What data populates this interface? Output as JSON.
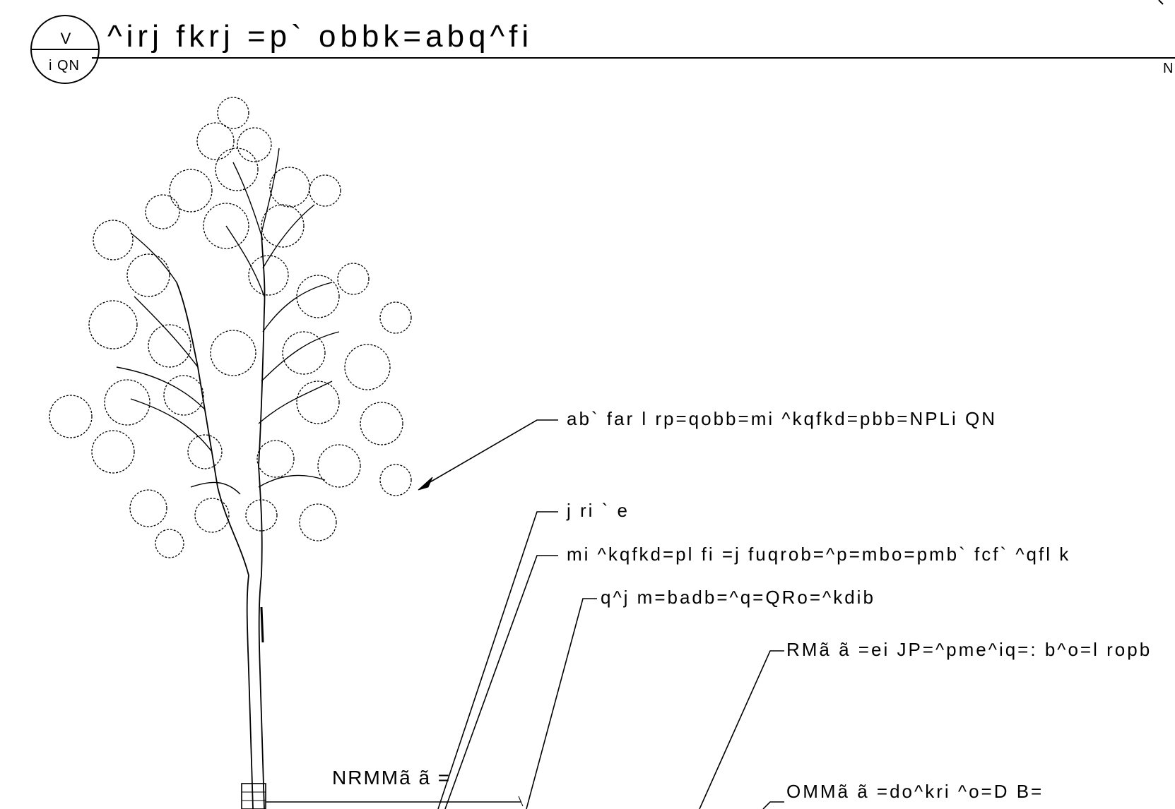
{
  "drawing": {
    "title": "^irj fkrj =p` obbk=abq^fi",
    "callout": {
      "number": "V",
      "sheet": "i QN"
    },
    "scale_text": "N"
  },
  "notes": [
    {
      "id": "deciduous",
      "text": "ab` far l rp=qobb=mi ^kqfkd=pbb=NPLi QN"
    },
    {
      "id": "mulch",
      "text": "j ri ` e"
    },
    {
      "id": "planting-soil",
      "text": "mi ^kqfkd=pl fi =j fuqrob=^p=mbo=pmb` fcf` ^qfl k"
    },
    {
      "id": "tamp",
      "text": "q^j m=badb=^q=QRo=^kdib"
    },
    {
      "id": "scarify",
      "text": "RMã ã =ei JP=^pme^iq=: b^o=l ropb"
    },
    {
      "id": "gravel",
      "text": "OMMã ã =do^kri ^o=D B="
    }
  ],
  "dimension": {
    "text": "NRMMã ã ="
  }
}
